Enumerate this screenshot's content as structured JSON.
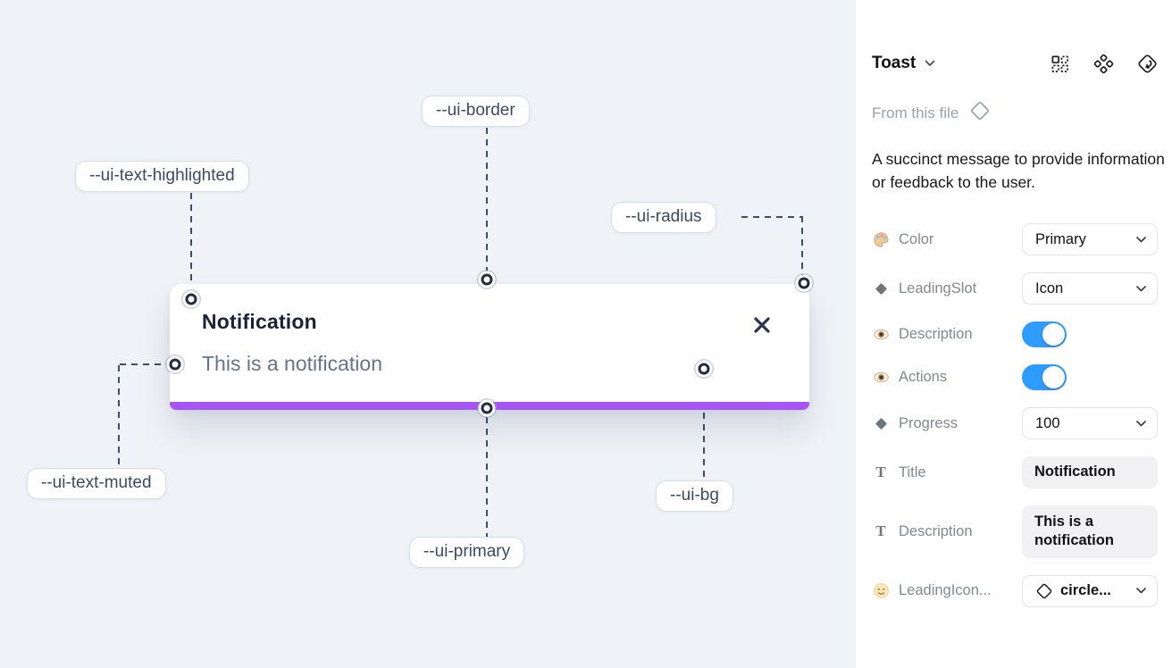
{
  "canvas": {
    "toast": {
      "title": "Notification",
      "description": "This is a notification",
      "progress_percent": 100
    },
    "labels": [
      {
        "id": "ui-border",
        "text": "--ui-border"
      },
      {
        "id": "ui-text-highlighted",
        "text": "--ui-text-highlighted"
      },
      {
        "id": "ui-radius",
        "text": "--ui-radius"
      },
      {
        "id": "ui-text-muted",
        "text": "--ui-text-muted"
      },
      {
        "id": "ui-primary",
        "text": "--ui-primary"
      },
      {
        "id": "ui-bg",
        "text": "--ui-bg"
      }
    ]
  },
  "panel": {
    "title": "Toast",
    "header_icons": [
      "instance-swap-icon",
      "component-icon",
      "return-to-instance-icon"
    ],
    "source": "From this file",
    "description": "A succinct message to provide information or feedback to the user.",
    "properties": [
      {
        "icon": "palette-icon",
        "label": "Color",
        "control": "select",
        "value": "Primary"
      },
      {
        "icon": "diamond-icon",
        "label": "LeadingSlot",
        "control": "select",
        "value": "Icon"
      },
      {
        "icon": "eye-icon",
        "label": "Description",
        "control": "toggle",
        "value": "on"
      },
      {
        "icon": "eye-icon",
        "label": "Actions",
        "control": "toggle",
        "value": "on"
      },
      {
        "icon": "diamond-icon",
        "label": "Progress",
        "control": "select",
        "value": "100"
      },
      {
        "icon": "text-icon",
        "label": "Title",
        "control": "field",
        "value": "Notification"
      },
      {
        "icon": "text-icon",
        "label": "Description",
        "control": "field",
        "value": "This is a notification"
      },
      {
        "icon": "smiley-icon",
        "label": "LeadingIcon...",
        "control": "select",
        "value": "circle..."
      }
    ],
    "colors": {
      "toggle_on": "#2e9bff",
      "progress_bar": "#a855f7",
      "canvas_background": "#eff2f6",
      "annotation_text": "#3b4a63"
    }
  }
}
